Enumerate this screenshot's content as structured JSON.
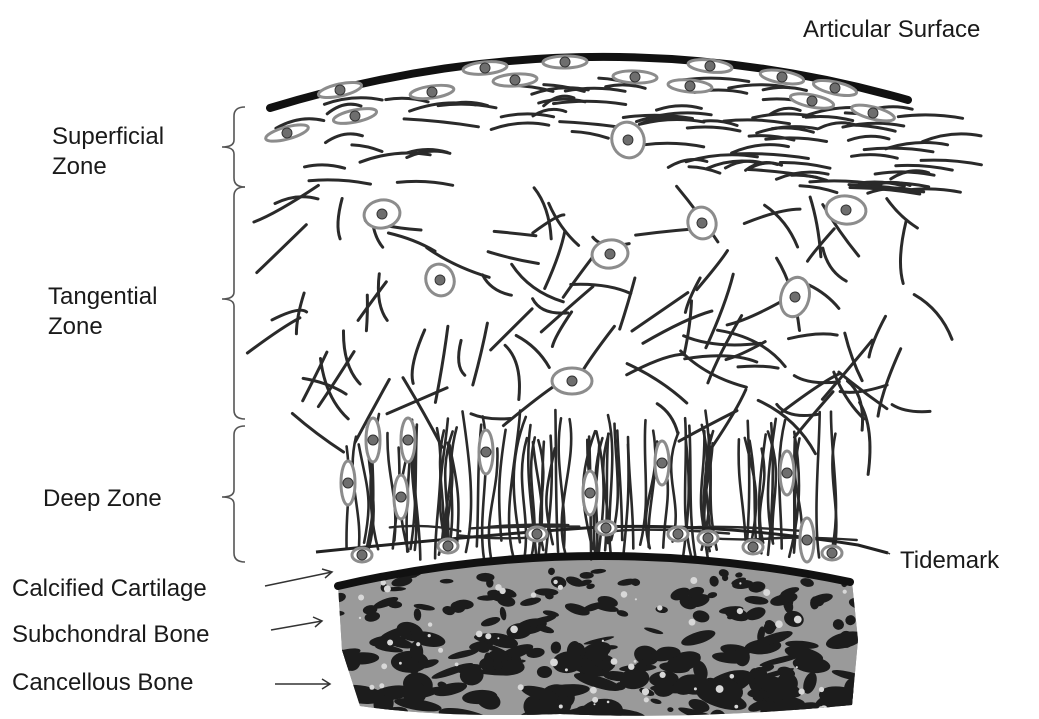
{
  "labels": {
    "articular_surface": "Articular Surface",
    "superficial_zone": [
      "Superficial",
      "Zone"
    ],
    "tangential_zone": [
      "Tangential",
      "Zone"
    ],
    "deep_zone": "Deep Zone",
    "tidemark": "Tidemark",
    "calcified_cartilage": "Calcified Cartilage",
    "subchondral_bone": "Subchondral Bone",
    "cancellous_bone": "Cancellous Bone"
  },
  "colors": {
    "fiber": "#2a2a2a",
    "cell_outline": "#8c8c8c",
    "nucleus": "#6e6e6e",
    "bone_dark": "#1c1c1c",
    "bone_light": "#9a9a9a"
  }
}
